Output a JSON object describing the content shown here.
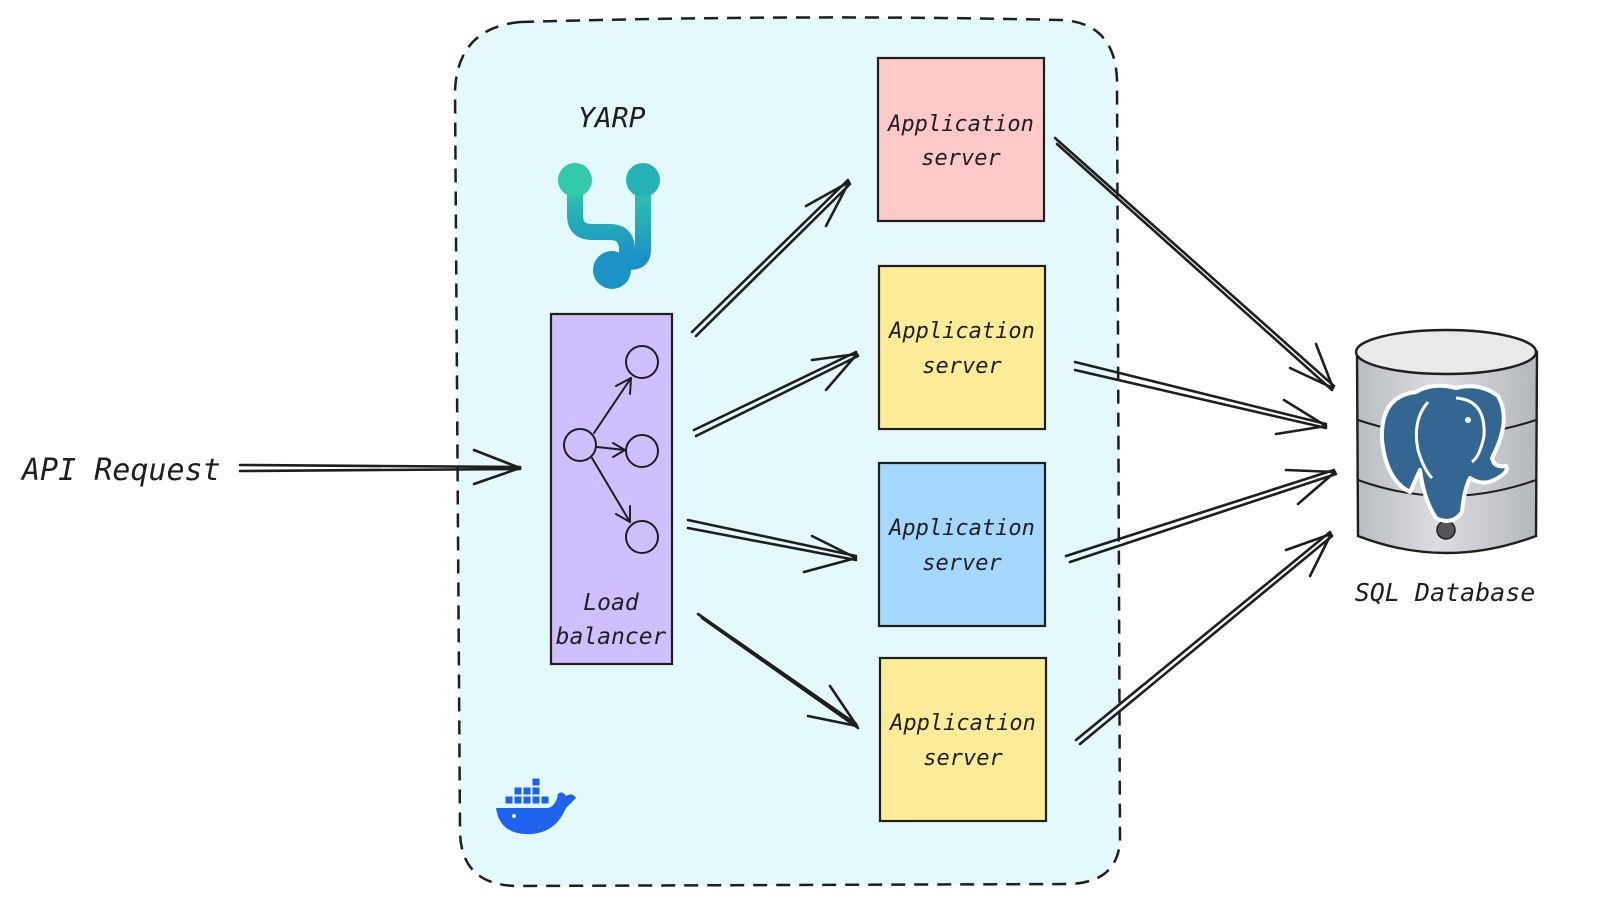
{
  "input_label": "API Request",
  "yarp_label": "YARP",
  "load_balancer": {
    "line1": "Load",
    "line2": "balancer",
    "color": "#d0bfff"
  },
  "container_color": "#e3f9fc",
  "app_servers": [
    {
      "line1": "Application",
      "line2": "server",
      "color": "#ffc9c9"
    },
    {
      "line1": "Application",
      "line2": "server",
      "color": "#ffec99"
    },
    {
      "line1": "Application",
      "line2": "server",
      "color": "#a5d8ff"
    },
    {
      "line1": "Application",
      "line2": "server",
      "color": "#ffec99"
    }
  ],
  "database_label": "SQL Database",
  "icons": {
    "yarp": "yarp-logo-icon",
    "database": "postgresql-elephant-icon",
    "docker": "docker-whale-icon"
  }
}
